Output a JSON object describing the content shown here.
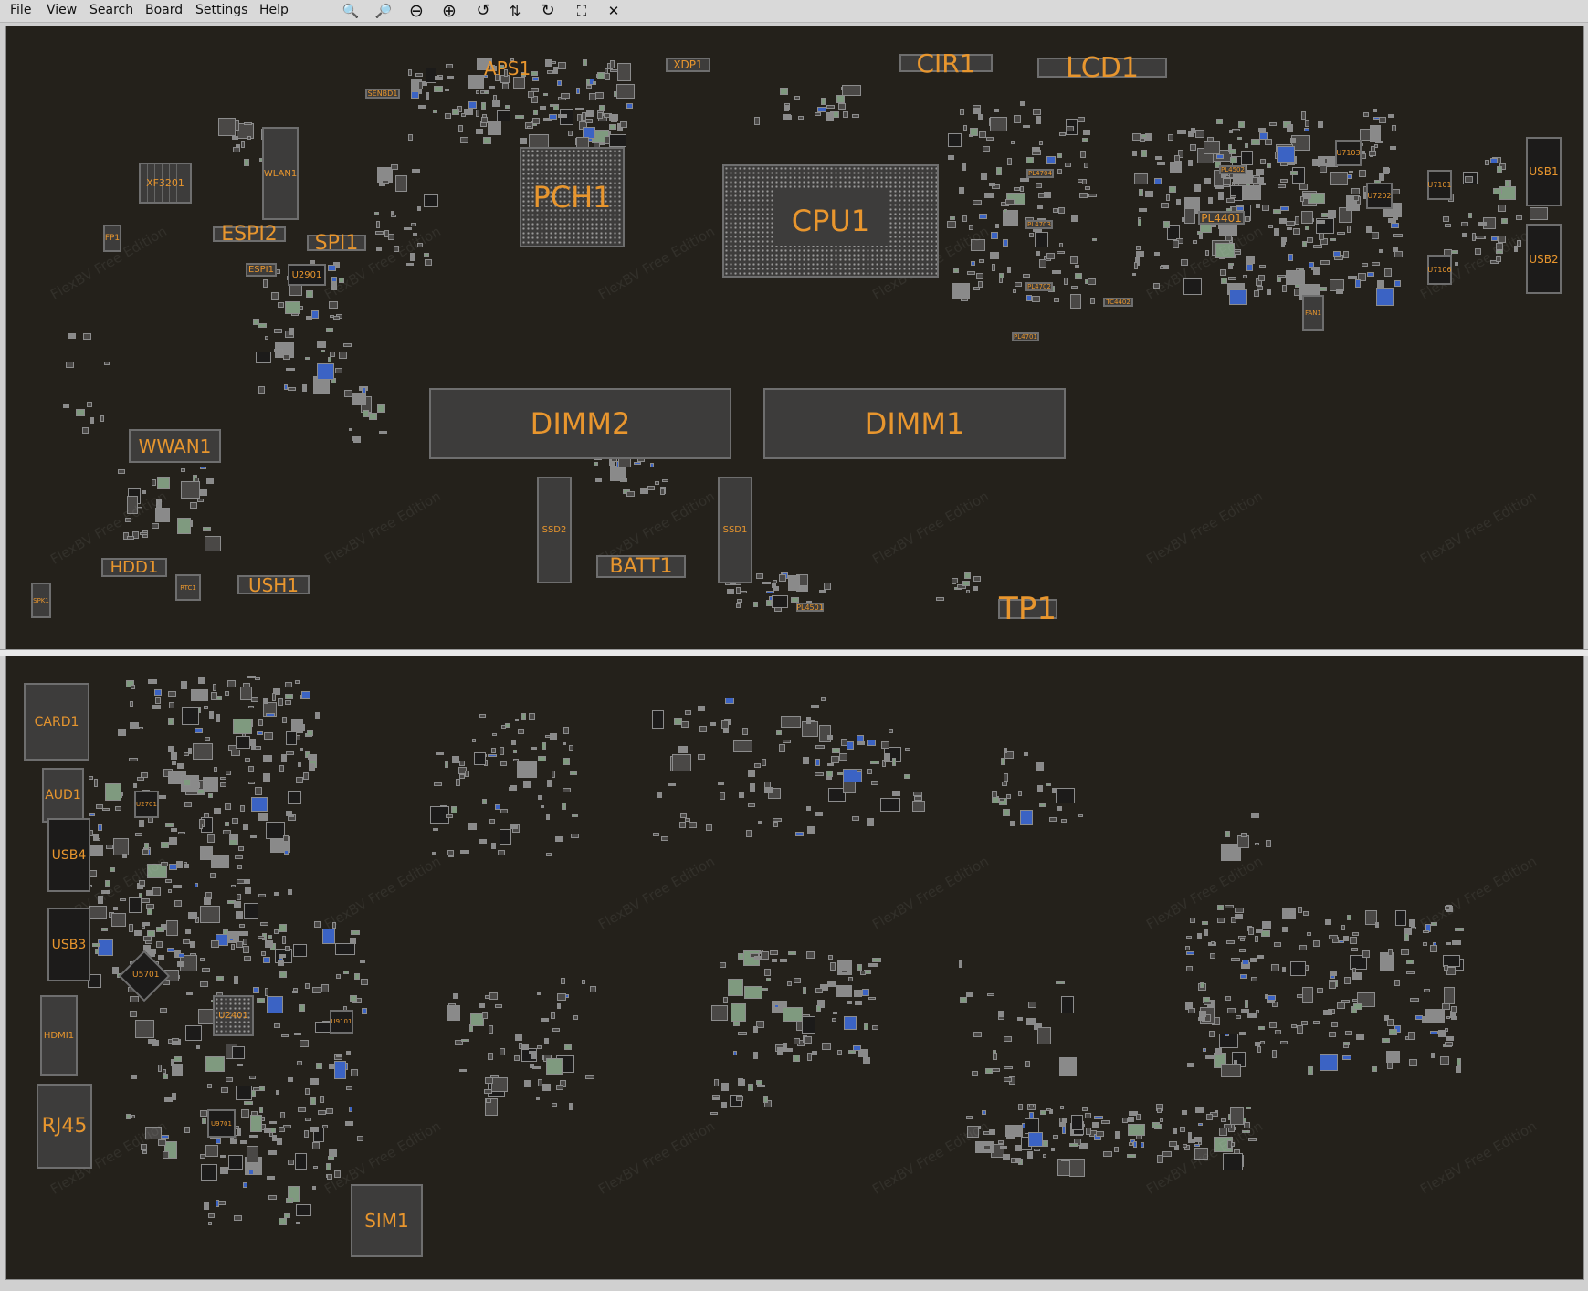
{
  "menu": [
    "File",
    "View",
    "Search",
    "Board",
    "Settings",
    "Help"
  ],
  "toolbar": [
    {
      "icon": "zoom-search-icon",
      "glyph": "🔍"
    },
    {
      "icon": "zoom-search-plus-icon",
      "glyph": "🔎"
    },
    {
      "icon": "zoom-out-icon",
      "glyph": "⊖"
    },
    {
      "icon": "zoom-in-icon",
      "glyph": "⊕"
    },
    {
      "icon": "rotate-ccw-icon",
      "glyph": "↺"
    },
    {
      "icon": "flip-icon",
      "glyph": "⇅"
    },
    {
      "icon": "rotate-cw-icon",
      "glyph": "↻"
    },
    {
      "icon": "fit-screen-icon",
      "glyph": "⛶"
    },
    {
      "icon": "close-icon",
      "glyph": "✕"
    }
  ],
  "watermark": "FlexBV Free Edition",
  "colors": {
    "board_bg": "#24211b",
    "label": "#e8962e",
    "part_fill": "#3d3c3b",
    "part_border": "#6e6e6e",
    "pad_blue": "#3b63c4",
    "pad_green": "#7f9a7f",
    "pad_red": "#d33a3a"
  },
  "top_side": {
    "APS1": "APS1",
    "XDP1": "XDP1",
    "SENBD1": "SENBD1",
    "CIR1": "CIR1",
    "LCD1": "LCD1",
    "PCH1": "PCH1",
    "CPU1": "CPU1",
    "XF3201": "XF3201",
    "WLAN1": "WLAN1",
    "FP1": "FP1",
    "ESPI2": "ESPI2",
    "SPI1": "SPI1",
    "ESPI1": "ESPI1",
    "U2901": "U2901",
    "DIMM2": "DIMM2",
    "DIMM1": "DIMM1",
    "WWAN1": "WWAN1",
    "SSD2": "SSD2",
    "SSD1": "SSD1",
    "BATT1": "BATT1",
    "HDD1": "HDD1",
    "USH1": "USH1",
    "RTC1": "RTC1",
    "SPK1": "SPK1",
    "TP1": "TP1",
    "PL4501": "PL4501",
    "USB1": "USB1",
    "USB2": "USB2",
    "PL4401": "PL4401",
    "PL4502": "PL4502",
    "U7101": "U7101",
    "U7106": "U7106",
    "U7103": "U7103",
    "U7202": "U7202",
    "FAN1": "FAN1",
    "PL4704": "PL4704",
    "PL4703": "PL4703",
    "PL4702": "PL4702",
    "PL4701": "PL4701",
    "TC4402": "TC4402"
  },
  "bottom_side": {
    "CARD1": "CARD1",
    "AUD1": "AUD1",
    "USB4": "USB4",
    "USB3": "USB3",
    "HDMI1": "HDMI1",
    "RJ45": "RJ45",
    "SIM1": "SIM1",
    "U2701": "U2701",
    "U5701": "U5701",
    "U2401": "U2401",
    "U9101": "U9101",
    "U9701": "U9701"
  }
}
